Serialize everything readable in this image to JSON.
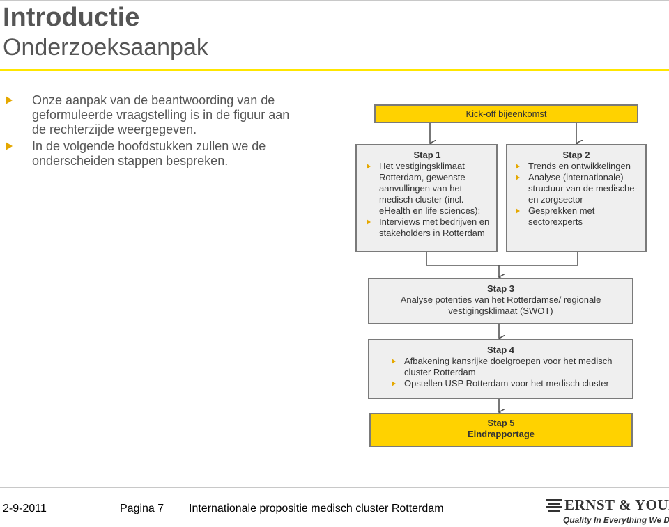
{
  "header": {
    "title": "Introductie",
    "subtitle": "Onderzoeksaanpak"
  },
  "intro": {
    "bullets": [
      "Onze aanpak van de beantwoording van de geformuleerde vraagstelling is in de figuur aan de rechterzijde weergegeven.",
      "In de volgende hoofdstukken zullen we de onderscheiden stappen bespreken."
    ]
  },
  "diagram": {
    "kickoff": "Kick-off bijeenkomst",
    "stap1": {
      "title": "Stap 1",
      "items": [
        "Het vestigingsklimaat Rotterdam, gewenste aanvullingen van het medisch cluster (incl. eHealth en life sciences):",
        "Interviews met bedrijven en stakeholders in Rotterdam"
      ]
    },
    "stap2": {
      "title": "Stap 2",
      "items": [
        "Trends en ontwikkelingen",
        "Analyse (internationale) structuur van de medische- en zorgsector",
        "Gesprekken met sectorexperts"
      ]
    },
    "stap3": {
      "title": "Stap 3",
      "text": "Analyse potenties van het Rotterdamse/ regionale vestigingsklimaat (SWOT)"
    },
    "stap4": {
      "title": "Stap 4",
      "items": [
        "Afbakening kansrijke doelgroepen voor het medisch cluster Rotterdam",
        "Opstellen USP Rotterdam voor het medisch cluster"
      ]
    },
    "stap5": {
      "title": "Stap 5",
      "subtitle": "Eindrapportage"
    }
  },
  "footer": {
    "date": "2-9-2011",
    "page": "Pagina 7",
    "doc_title": "Internationale propositie medisch cluster Rotterdam"
  },
  "logo": {
    "name": "ERNST & YOUNG",
    "tagline": "Quality In Everything We Do"
  },
  "colors": {
    "accent_yellow": "#ffd200",
    "bullet": "#e5a800",
    "box_fill": "#efefef"
  }
}
